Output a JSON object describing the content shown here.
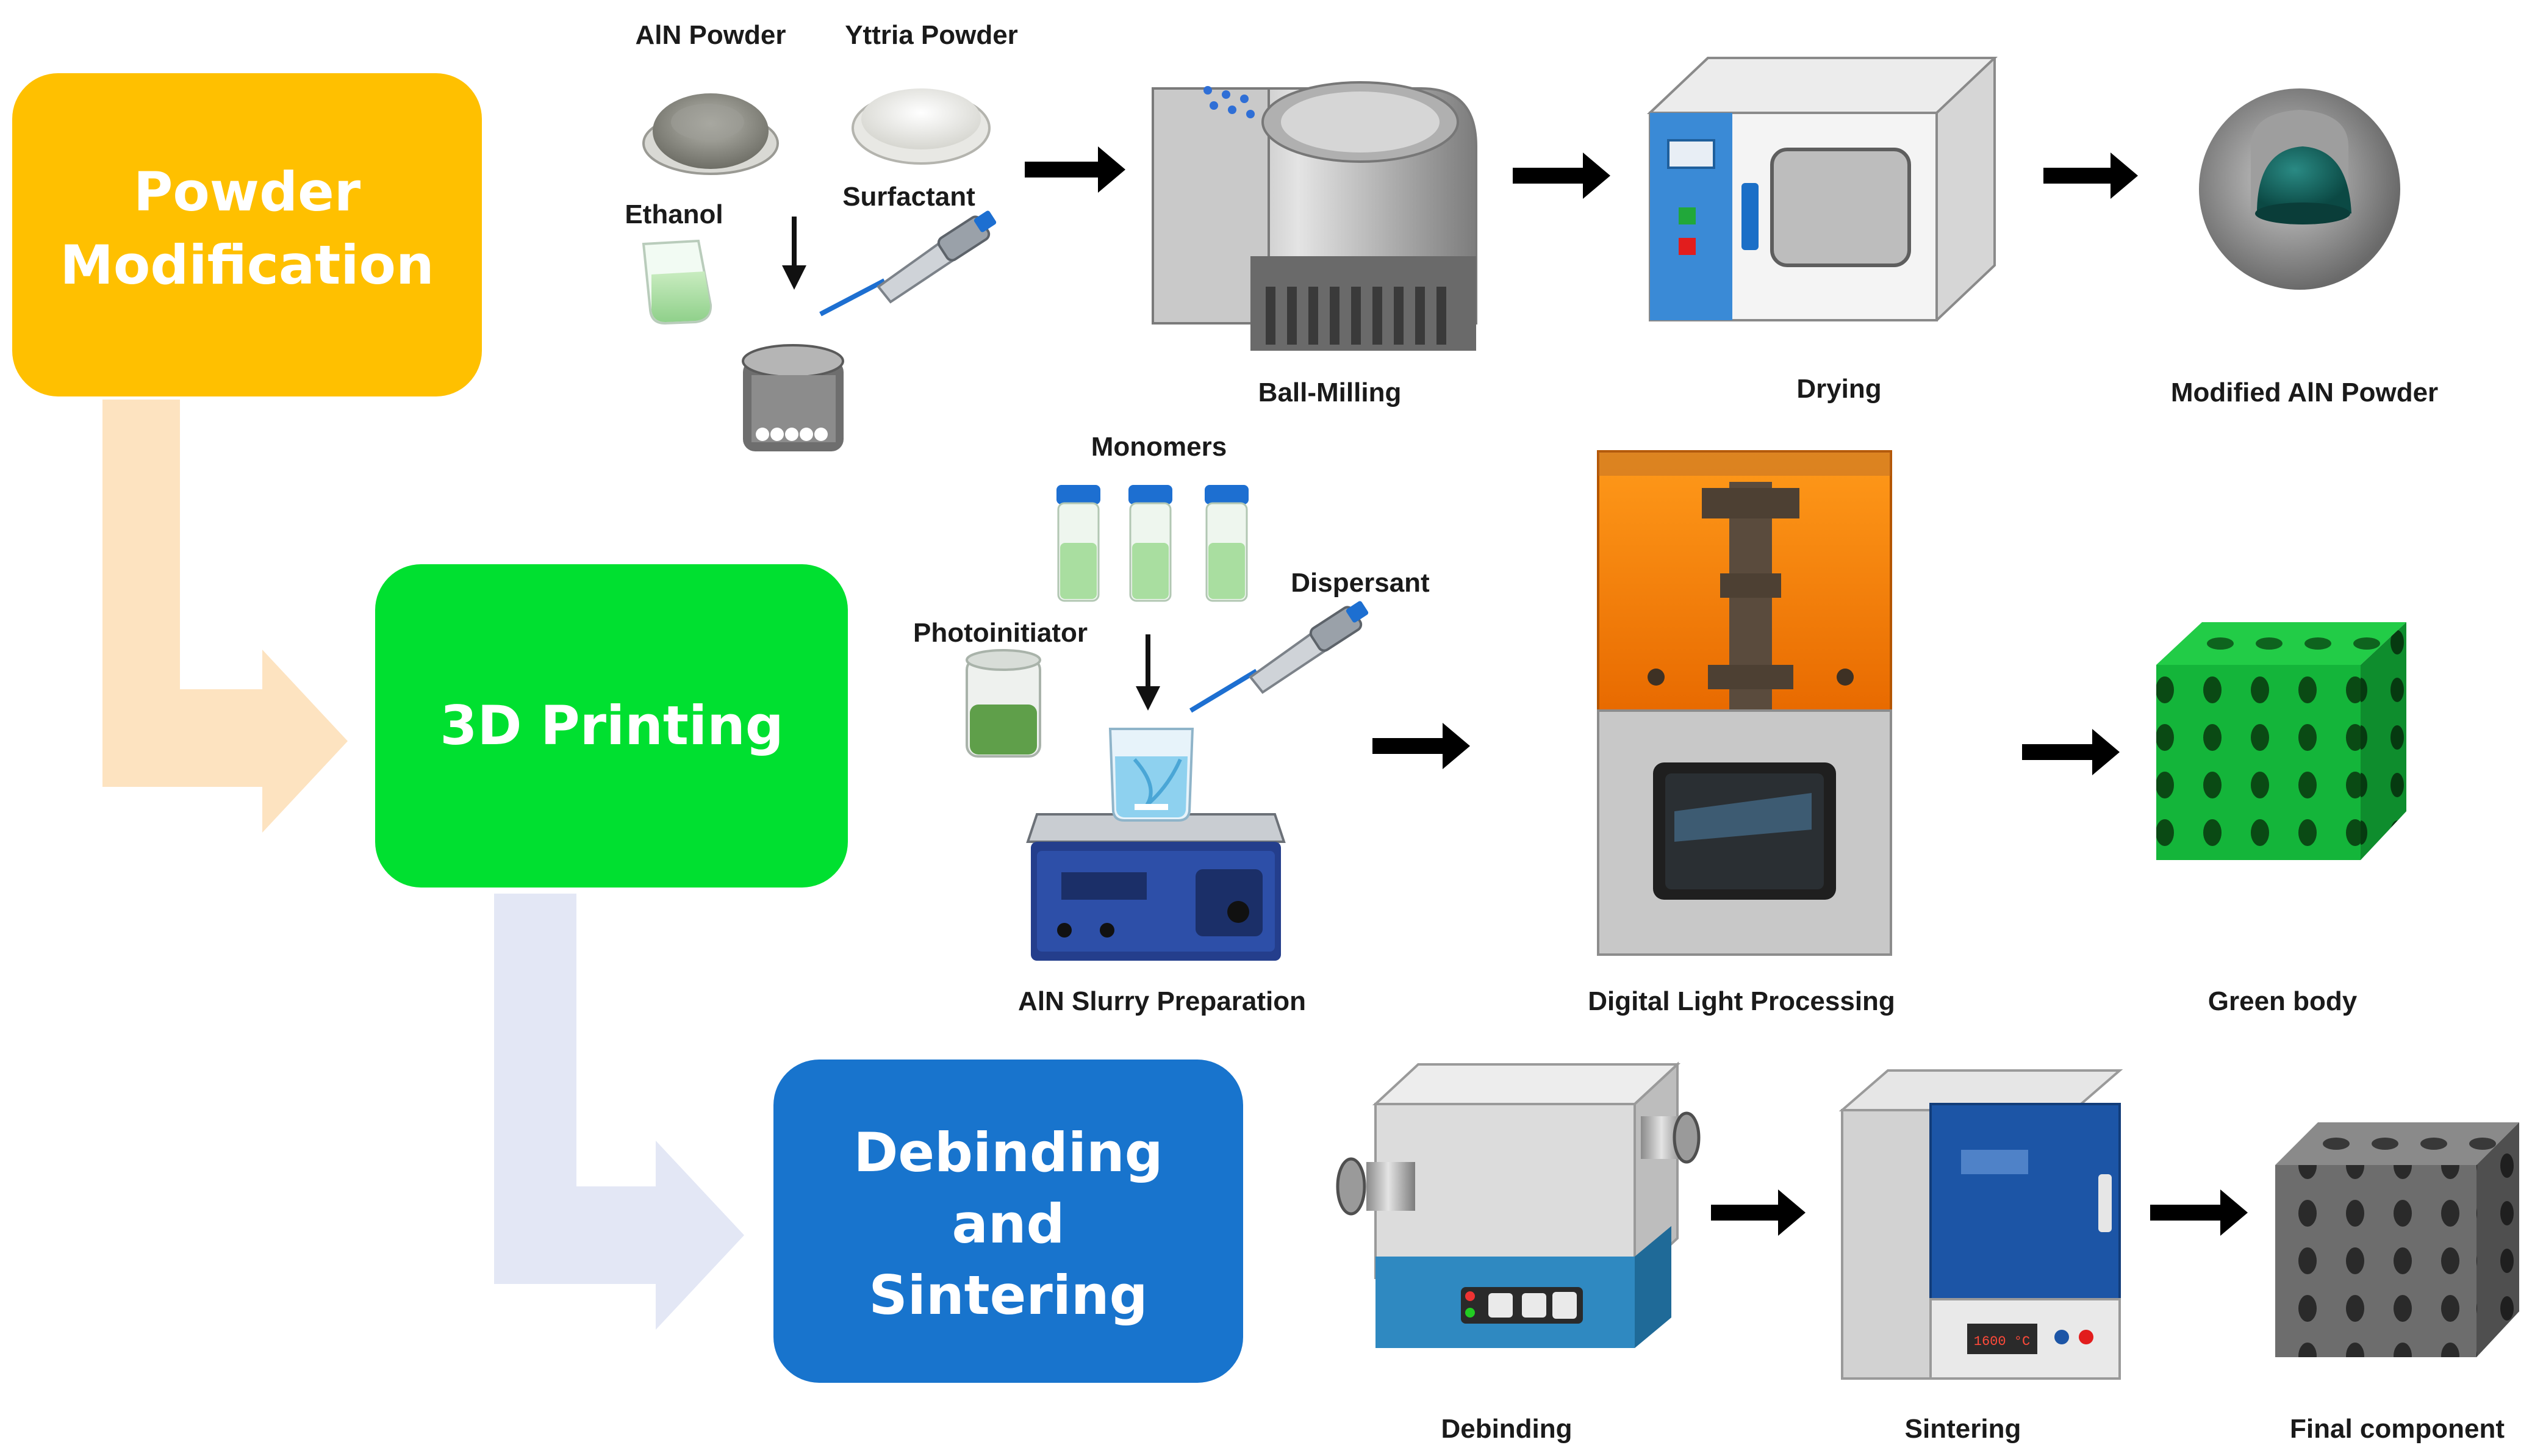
{
  "stages": {
    "powder": {
      "line1": "Powder",
      "line2": "Modification",
      "color": "#FFC000"
    },
    "printing": {
      "line1": "3D Printing",
      "color": "#00E030"
    },
    "sintering": {
      "line1": "Debinding",
      "line2": "and",
      "line3": "Sintering",
      "color": "#1874CD"
    }
  },
  "connectors": {
    "upper_color": "#FDE3C0",
    "lower_color": "#E3E7F5"
  },
  "labels": {
    "aln_powder": "AlN Powder",
    "yttria_powder": "Yttria Powder",
    "ethanol": "Ethanol",
    "surfactant": "Surfactant",
    "ball_milling": "Ball-Milling",
    "drying": "Drying",
    "modified_aln": "Modified AlN Powder",
    "monomers": "Monomers",
    "dispersant": "Dispersant",
    "photoinitiator": "Photoinitiator",
    "slurry_prep": "AlN Slurry Preparation",
    "dlp": "Digital Light Processing",
    "green_body": "Green body",
    "debinding": "Debinding",
    "sintering": "Sintering",
    "final_component": "Final component",
    "furnace_display": "1600 °C"
  }
}
